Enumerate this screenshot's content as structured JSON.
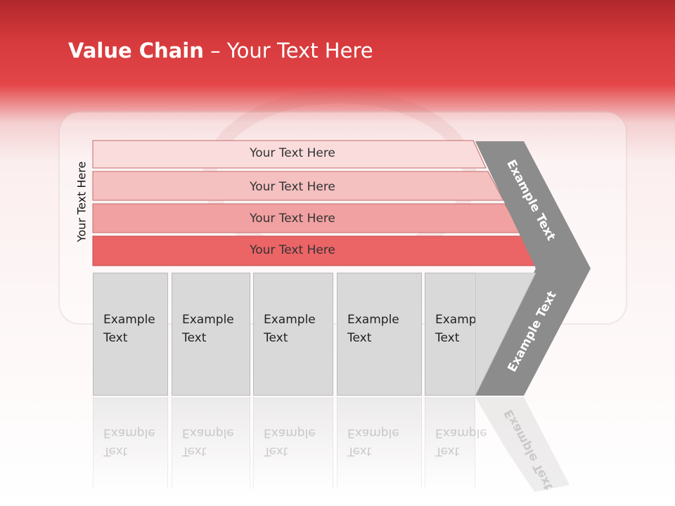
{
  "slide": {
    "title_bold": "Value Chain",
    "title_rest": " – Your Text Here",
    "side_label": "Your Text Here"
  },
  "bands": [
    {
      "label": "Your Text Here",
      "color": "#fadcdc"
    },
    {
      "label": "Your Text Here",
      "color": "#f5c0c0"
    },
    {
      "label": "Your Text Here",
      "color": "#f1a1a1"
    },
    {
      "label": "Your Text Here",
      "color": "#eb6466"
    }
  ],
  "boxes": [
    {
      "line1": "Example",
      "line2": "Text"
    },
    {
      "line1": "Example",
      "line2": "Text"
    },
    {
      "line1": "Example",
      "line2": "Text"
    },
    {
      "line1": "Example",
      "line2": "Text"
    },
    {
      "line1": "Example",
      "line2": "Text"
    }
  ],
  "chevron": {
    "upper_label": "Example Text",
    "lower_label": "Example Text",
    "color": "#8c8c8c"
  }
}
